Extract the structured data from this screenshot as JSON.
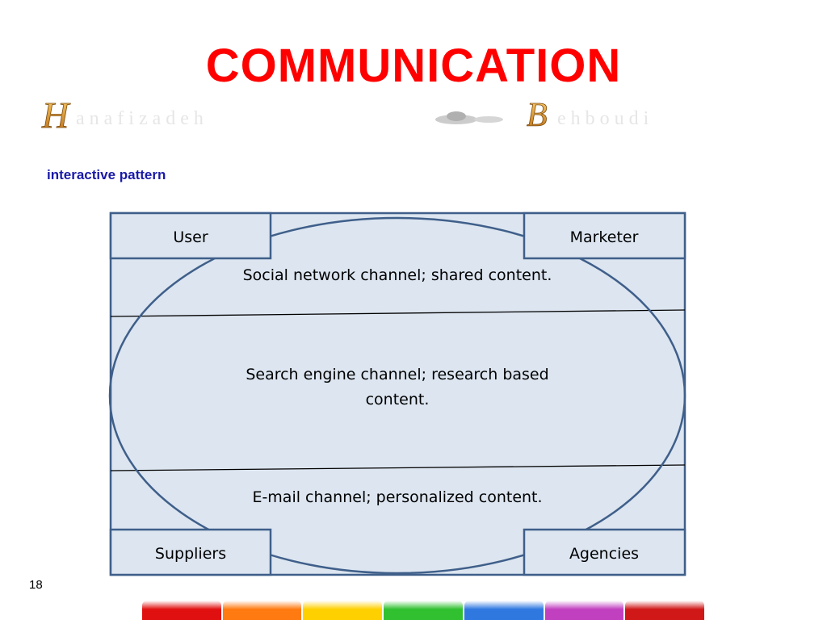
{
  "title": "COMMUNICATION",
  "logo": {
    "initial1": "H",
    "word1": "anafizadeh",
    "initial2": "B",
    "word2": "ehboudi"
  },
  "subtitle": "interactive pattern",
  "diagram": {
    "corners": {
      "top_left": "User",
      "top_right": "Marketer",
      "bottom_left": "Suppliers",
      "bottom_right": "Agencies"
    },
    "channels": [
      {
        "line1": "Social network channel; shared content.",
        "line2": ""
      },
      {
        "line1": "Search engine channel; research based",
        "line2": "content."
      },
      {
        "line1": "E-mail channel; personalized content.",
        "line2": ""
      }
    ]
  },
  "page_number": "18",
  "colors": {
    "title": "#ff0000",
    "subtitle": "#1a1aa8",
    "box_fill": "#dce5f0",
    "box_stroke": "#3f5f8a",
    "bars": [
      "#e01010",
      "#ff7a10",
      "#ffd000",
      "#30c030",
      "#2f78e0",
      "#c040c0",
      "#d01818"
    ]
  }
}
